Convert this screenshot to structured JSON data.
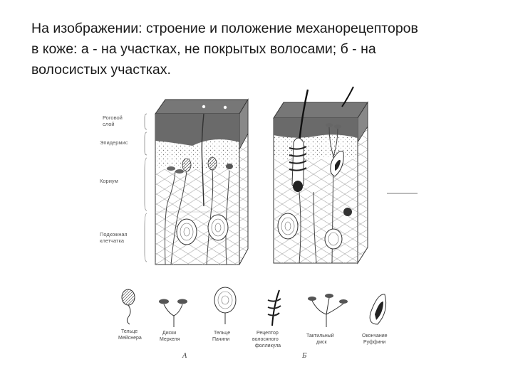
{
  "caption": {
    "line1": "На изображении: строение и положение механорецепторов",
    "line2": "в коже: а - на участках, не покрытых волосами; б - на",
    "line3": "волосистых участках."
  },
  "layers": {
    "stratum_corneum": [
      "Роговой",
      "слой"
    ],
    "epidermis": "Эпидермис",
    "dermis": "Кориум",
    "subcutis": [
      "Подкожная",
      "клетчатка"
    ]
  },
  "receptors": [
    {
      "icon": "meissner-corpuscle-icon",
      "lines": [
        "Тельце",
        "Мейснера"
      ]
    },
    {
      "icon": "merkel-disc-icon",
      "lines": [
        "Диски",
        "Меркеля"
      ]
    },
    {
      "icon": "pacinian-corpuscle-icon",
      "lines": [
        "Тельце",
        "Пачини"
      ]
    },
    {
      "icon": "hair-follicle-receptor-icon",
      "lines": [
        "Рецептор",
        "волосяного",
        "фолликула"
      ]
    },
    {
      "icon": "tactile-disc-icon",
      "lines": [
        "Тактильный",
        "диск"
      ]
    },
    {
      "icon": "ruffini-ending-icon",
      "lines": [
        "Окончание",
        "Руффини"
      ]
    }
  ],
  "panel_marks": {
    "a": "А",
    "b": "Б"
  }
}
